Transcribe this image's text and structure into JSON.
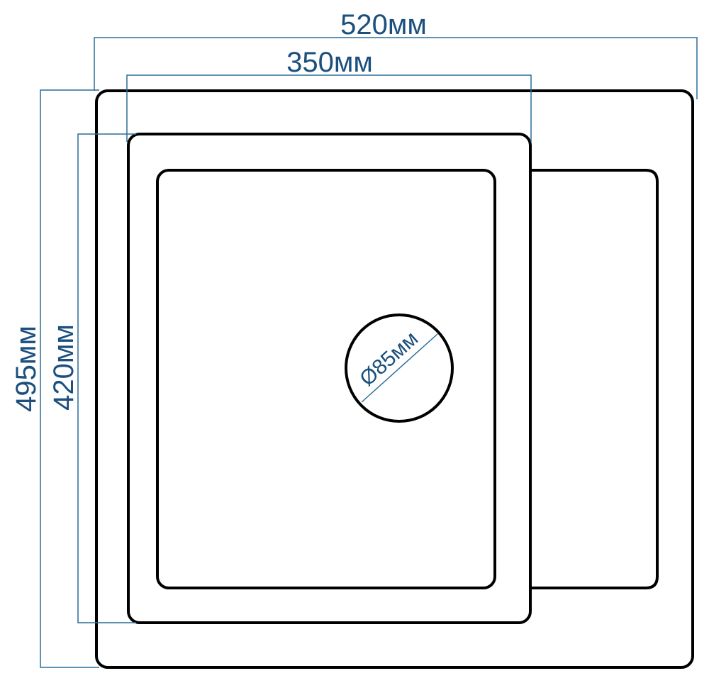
{
  "dimensions": {
    "total_width": "520мм",
    "bowl_width": "350мм",
    "total_depth": "495мм",
    "bowl_depth": "420мм",
    "drain_diameter": "Ø85мм"
  },
  "colors": {
    "outline": "#000000",
    "dimension": "#2a6d99",
    "label": "#1b4f7d"
  }
}
